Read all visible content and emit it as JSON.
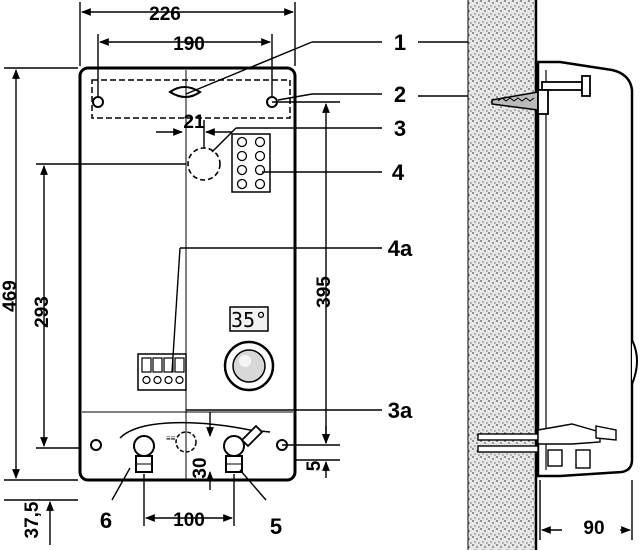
{
  "dimensions": {
    "width_overall": "226",
    "width_holes": "190",
    "offset_21": "21",
    "height_overall": "469",
    "height_293": "293",
    "height_395": "395",
    "bottom_5": "5",
    "pipe_30": "30",
    "pipe_spacing": "100",
    "bottom_offset": "37,5",
    "depth": "90"
  },
  "callouts": {
    "c1": "1",
    "c2": "2",
    "c3": "3",
    "c4": "4",
    "c4a": "4a",
    "c3a": "3a",
    "c5": "5",
    "c6": "6"
  },
  "display": {
    "temperature": "35°"
  },
  "colors": {
    "line": "#000000",
    "wall_fill": "#d9d9d9",
    "display_fill": "#f2f2f2"
  }
}
